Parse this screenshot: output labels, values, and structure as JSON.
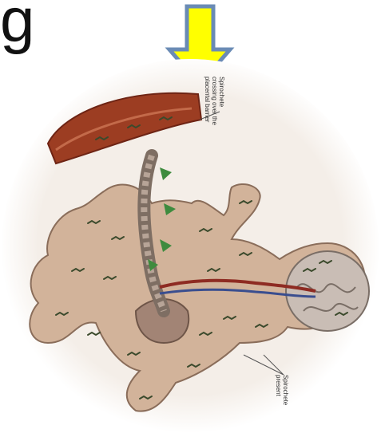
{
  "header": {
    "title_fragment": "g"
  },
  "pointer": {
    "icon": "down-arrow-icon",
    "fill_color": "#FFFF00",
    "stroke_color": "#6A8BB5"
  },
  "illustration": {
    "label_top": {
      "line1": "Spirochete",
      "line2": "crossing over the",
      "line3": "placental barrier"
    },
    "label_bottom": {
      "line1": "Spirochete",
      "line2": "present"
    },
    "colors": {
      "skin": "#D2B39A",
      "placenta": "#9C3D22",
      "vessel_red": "#8E2B22",
      "vessel_blue": "#3A4E8F",
      "spirochete_marks": "#3B4A2C",
      "arrows_green": "#3E8B3E",
      "brain": "#C9BDB5"
    }
  }
}
